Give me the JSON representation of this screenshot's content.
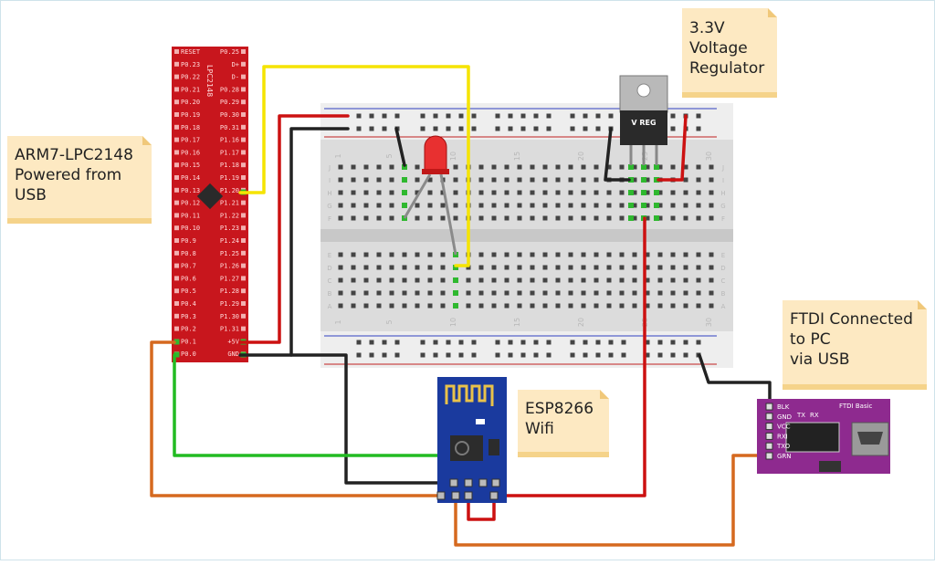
{
  "notes": {
    "arm": [
      "ARM7-LPC2148",
      "Powered from",
      "USB"
    ],
    "regulator": [
      "3.3V",
      "Voltage",
      "Regulator"
    ],
    "ftdi": [
      "FTDI Connected",
      "to PC",
      "via USB"
    ],
    "esp": [
      "ESP8266",
      "Wifi"
    ]
  },
  "board": {
    "name": "LPC2148",
    "left_pins": [
      "RESET",
      "P0.23",
      "P0.22",
      "P0.21",
      "P0.20",
      "P0.19",
      "P0.18",
      "P0.17",
      "P0.16",
      "P0.15",
      "P0.14",
      "P0.13",
      "P0.12",
      "P0.11",
      "P0.10",
      "P0.9",
      "P0.8",
      "P0.7",
      "P0.6",
      "P0.5",
      "P0.4",
      "P0.3",
      "P0.2",
      "P0.1",
      "P0.0"
    ],
    "right_pins": [
      "P0.25",
      "D+",
      "D-",
      "P0.28",
      "P0.29",
      "P0.30",
      "P0.31",
      "P1.16",
      "P1.17",
      "P1.18",
      "P1.19",
      "P1.20",
      "P1.21",
      "P1.22",
      "P1.23",
      "P1.24",
      "P1.25",
      "P1.26",
      "P1.27",
      "P1.28",
      "P1.29",
      "P1.30",
      "P1.31",
      "+5V",
      "GND"
    ]
  },
  "breadboard": {
    "col_numbers": [
      "1",
      "5",
      "10",
      "15",
      "20",
      "25",
      "30"
    ],
    "row_letters_top": [
      "J",
      "I",
      "H",
      "G",
      "F"
    ],
    "row_letters_bottom": [
      "E",
      "D",
      "C",
      "B",
      "A"
    ]
  },
  "regulator_label": "V REG",
  "ftdi_board": {
    "title": "FTDI Basic",
    "tx": "TX",
    "rx": "RX",
    "pins": [
      "BLK",
      "GND",
      "VCC",
      "RXI",
      "TXO",
      "GRN"
    ]
  },
  "colors": {
    "board_red": "#c8161d",
    "wire_yellow": "#f5e400",
    "wire_red": "#cc1111",
    "wire_black": "#222222",
    "wire_green": "#22bb22",
    "wire_orange": "#d5691f",
    "wire_grey": "#8a8a8a",
    "note_bg": "#fde9c2",
    "ftdi_purple": "#8e2a8f",
    "esp_blue": "#1a3a9e"
  }
}
